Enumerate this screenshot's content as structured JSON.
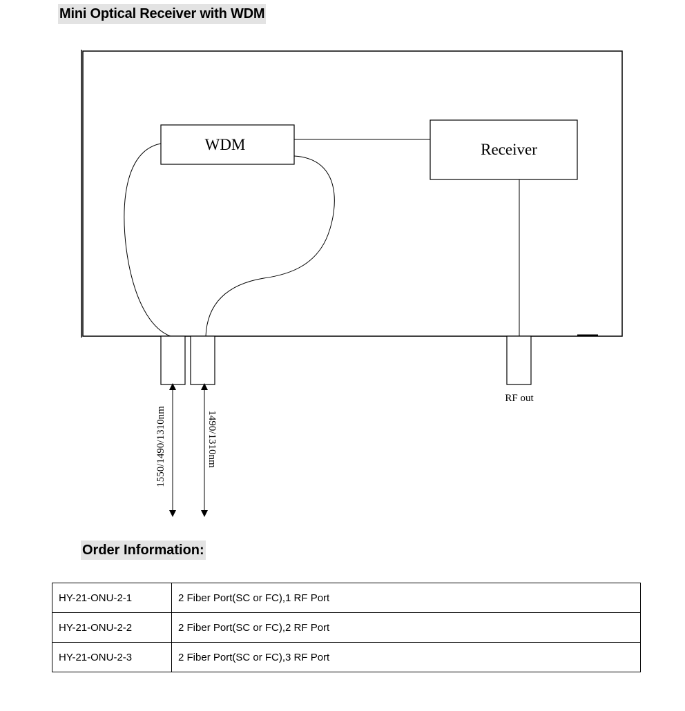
{
  "page_title": "Mini Optical Receiver with WDM",
  "diagram": {
    "wdm_label": "WDM",
    "receiver_label": "Receiver",
    "rf_out_label": "RF out",
    "port1_wavelength": "1550/1490/1310nm",
    "port2_wavelength": "1490/1310nm",
    "line_color": "#000000"
  },
  "order_section": {
    "title": "Order Information:",
    "rows": [
      {
        "model": "HY-21-ONU-2-1",
        "description": "2 Fiber Port(SC or FC),1 RF Port"
      },
      {
        "model": "HY-21-ONU-2-2",
        "description": "2 Fiber Port(SC or FC),2 RF Port"
      },
      {
        "model": "HY-21-ONU-2-3",
        "description": "2 Fiber Port(SC or FC),3 RF Port"
      }
    ]
  }
}
